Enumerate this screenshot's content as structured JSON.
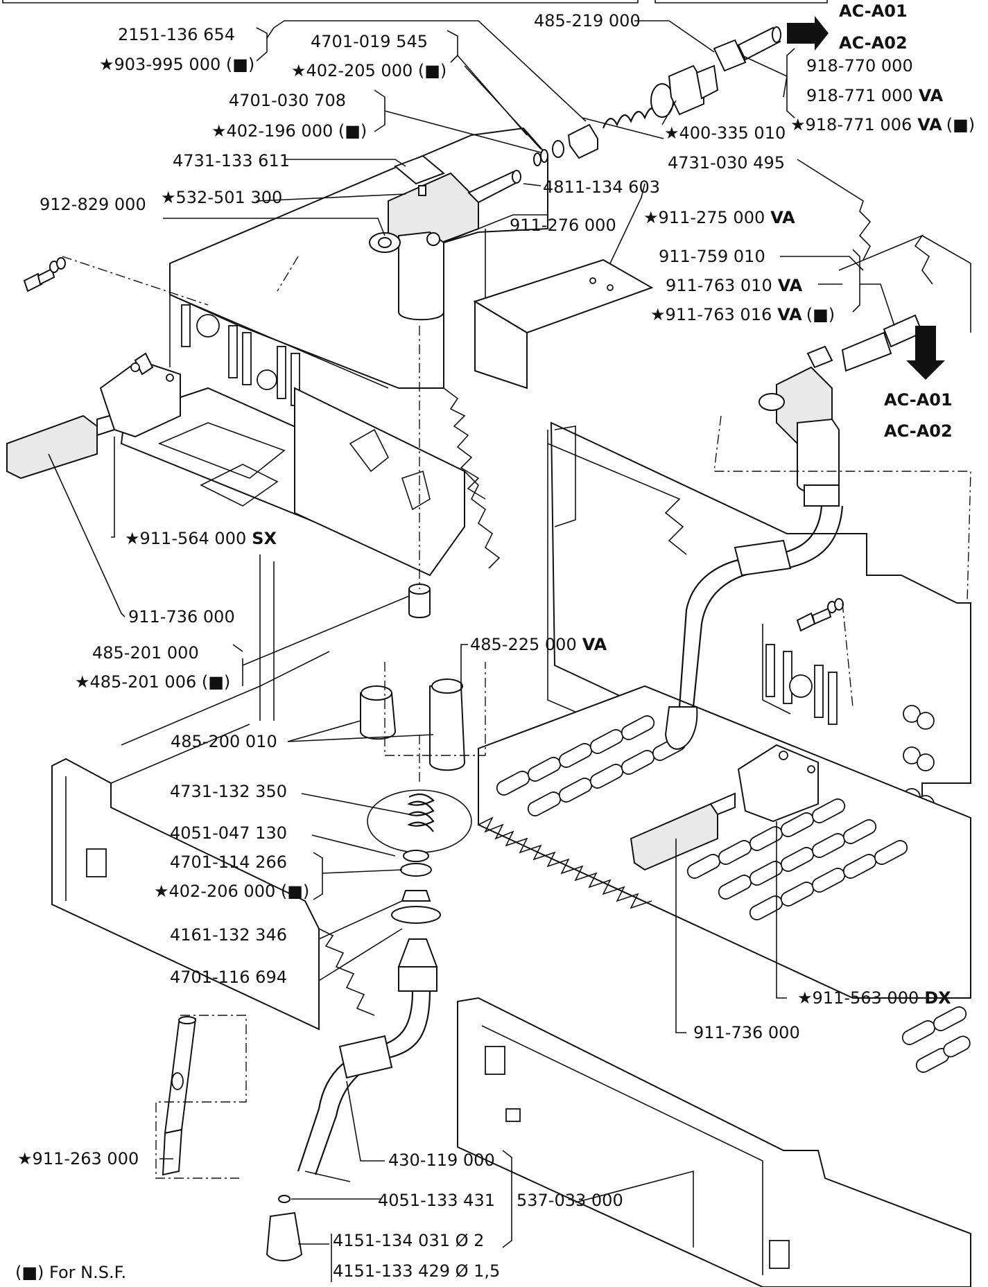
{
  "labels": {
    "p2151_136_654": "2151-136 654",
    "p903_995_000": "★903-995 000 (■)",
    "p4701_019_545": "4701-019 545",
    "p402_205_000": "★402-205 000 (■)",
    "p485_219_000": "485-219 000",
    "p4701_030_708": "4701-030 708",
    "p402_196_000": "★402-196 000 (■)",
    "p4731_133_611": "4731-133 611",
    "p912_829_000": "912-829 000",
    "p532_501_300": "★532-501 300",
    "p4811_134_603": "4811-134 603",
    "p400_335_010": "★400-335 010",
    "p4731_030_495": "4731-030 495",
    "p918_770_000": "918-770 000",
    "p918_771_000": "918-771 000",
    "p918_771_006": "★918-771 006",
    "p911_276_000": "911-276 000",
    "p911_275_000": "★911-275 000",
    "p911_759_010": "911-759 010",
    "p911_763_010": "911-763 010",
    "p911_763_016": "★911-763 016",
    "p911_564_000": "★911-564 000",
    "p911_736_000_a": "911-736 000",
    "p485_201_000": "485-201 000",
    "p485_201_006": "★485-201 006 (■)",
    "p485_225_000": "485-225 000",
    "p485_200_010": "485-200 010",
    "p4731_132_350": "4731-132 350",
    "p4051_047_130": "4051-047 130",
    "p4701_114_266": "4701-114 266",
    "p402_206_000": "★402-206 000 (■)",
    "p4161_132_346": "4161-132 346",
    "p4701_116_694": "4701-116 694",
    "p911_563_000": "★911-563 000",
    "p911_736_000_b": "911-736 000",
    "p911_263_000": "★911-263 000",
    "p430_119_000": "430-119 000",
    "p4051_133_431": "4051-133 431",
    "p537_033_000": "537-033 000",
    "p4151_134_031": "4151-134 031 Ø 2",
    "p4151_133_429": "4151-133 429 Ø 1,5"
  },
  "suffixes": {
    "va": "VA",
    "nsf_mark": "(■)",
    "sx": "SX",
    "dx": "DX"
  },
  "arrows": {
    "top_right_1": "AC-A01",
    "top_right_2": "AC-A02",
    "right_1": "AC-A01",
    "right_2": "AC-A02"
  },
  "legend": {
    "text": "(■)  For N.S.F."
  }
}
